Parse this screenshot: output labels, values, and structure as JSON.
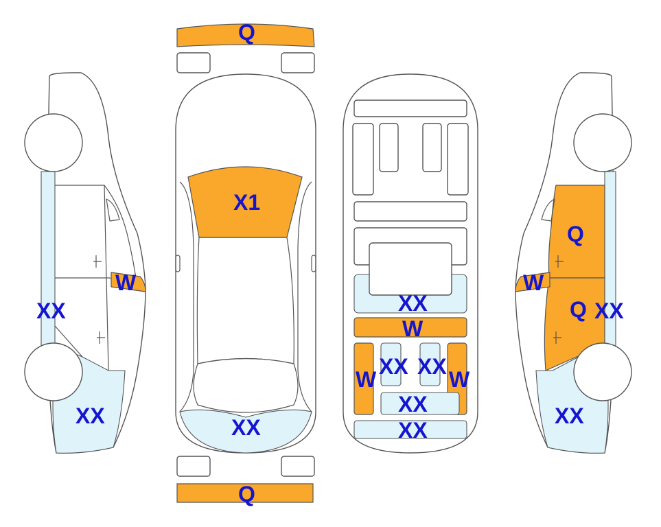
{
  "colors": {
    "damage": "#f9a82b",
    "repair": "#dff3fb",
    "outline": "#555555",
    "label": "#1515d0"
  },
  "labels": {
    "front_bumper": "Q",
    "rear_bumper": "Q",
    "hood": "X1",
    "roof_front": "XX",
    "roof_rear_bar": "W",
    "roof_left_rail": "W",
    "roof_right_rail": "W",
    "roof_left_panel": "XX",
    "roof_right_panel": "XX",
    "roof_center_panel": "XX",
    "roof_rear_panel": "XX",
    "trunk": "XX",
    "left_side": "XX",
    "left_rear_quarter": "XX",
    "left_mirror": "W",
    "right_mirror": "W",
    "right_front_door": "Q",
    "right_rear_door": "Q",
    "right_side": "XX",
    "right_rear_quarter": "XX"
  }
}
